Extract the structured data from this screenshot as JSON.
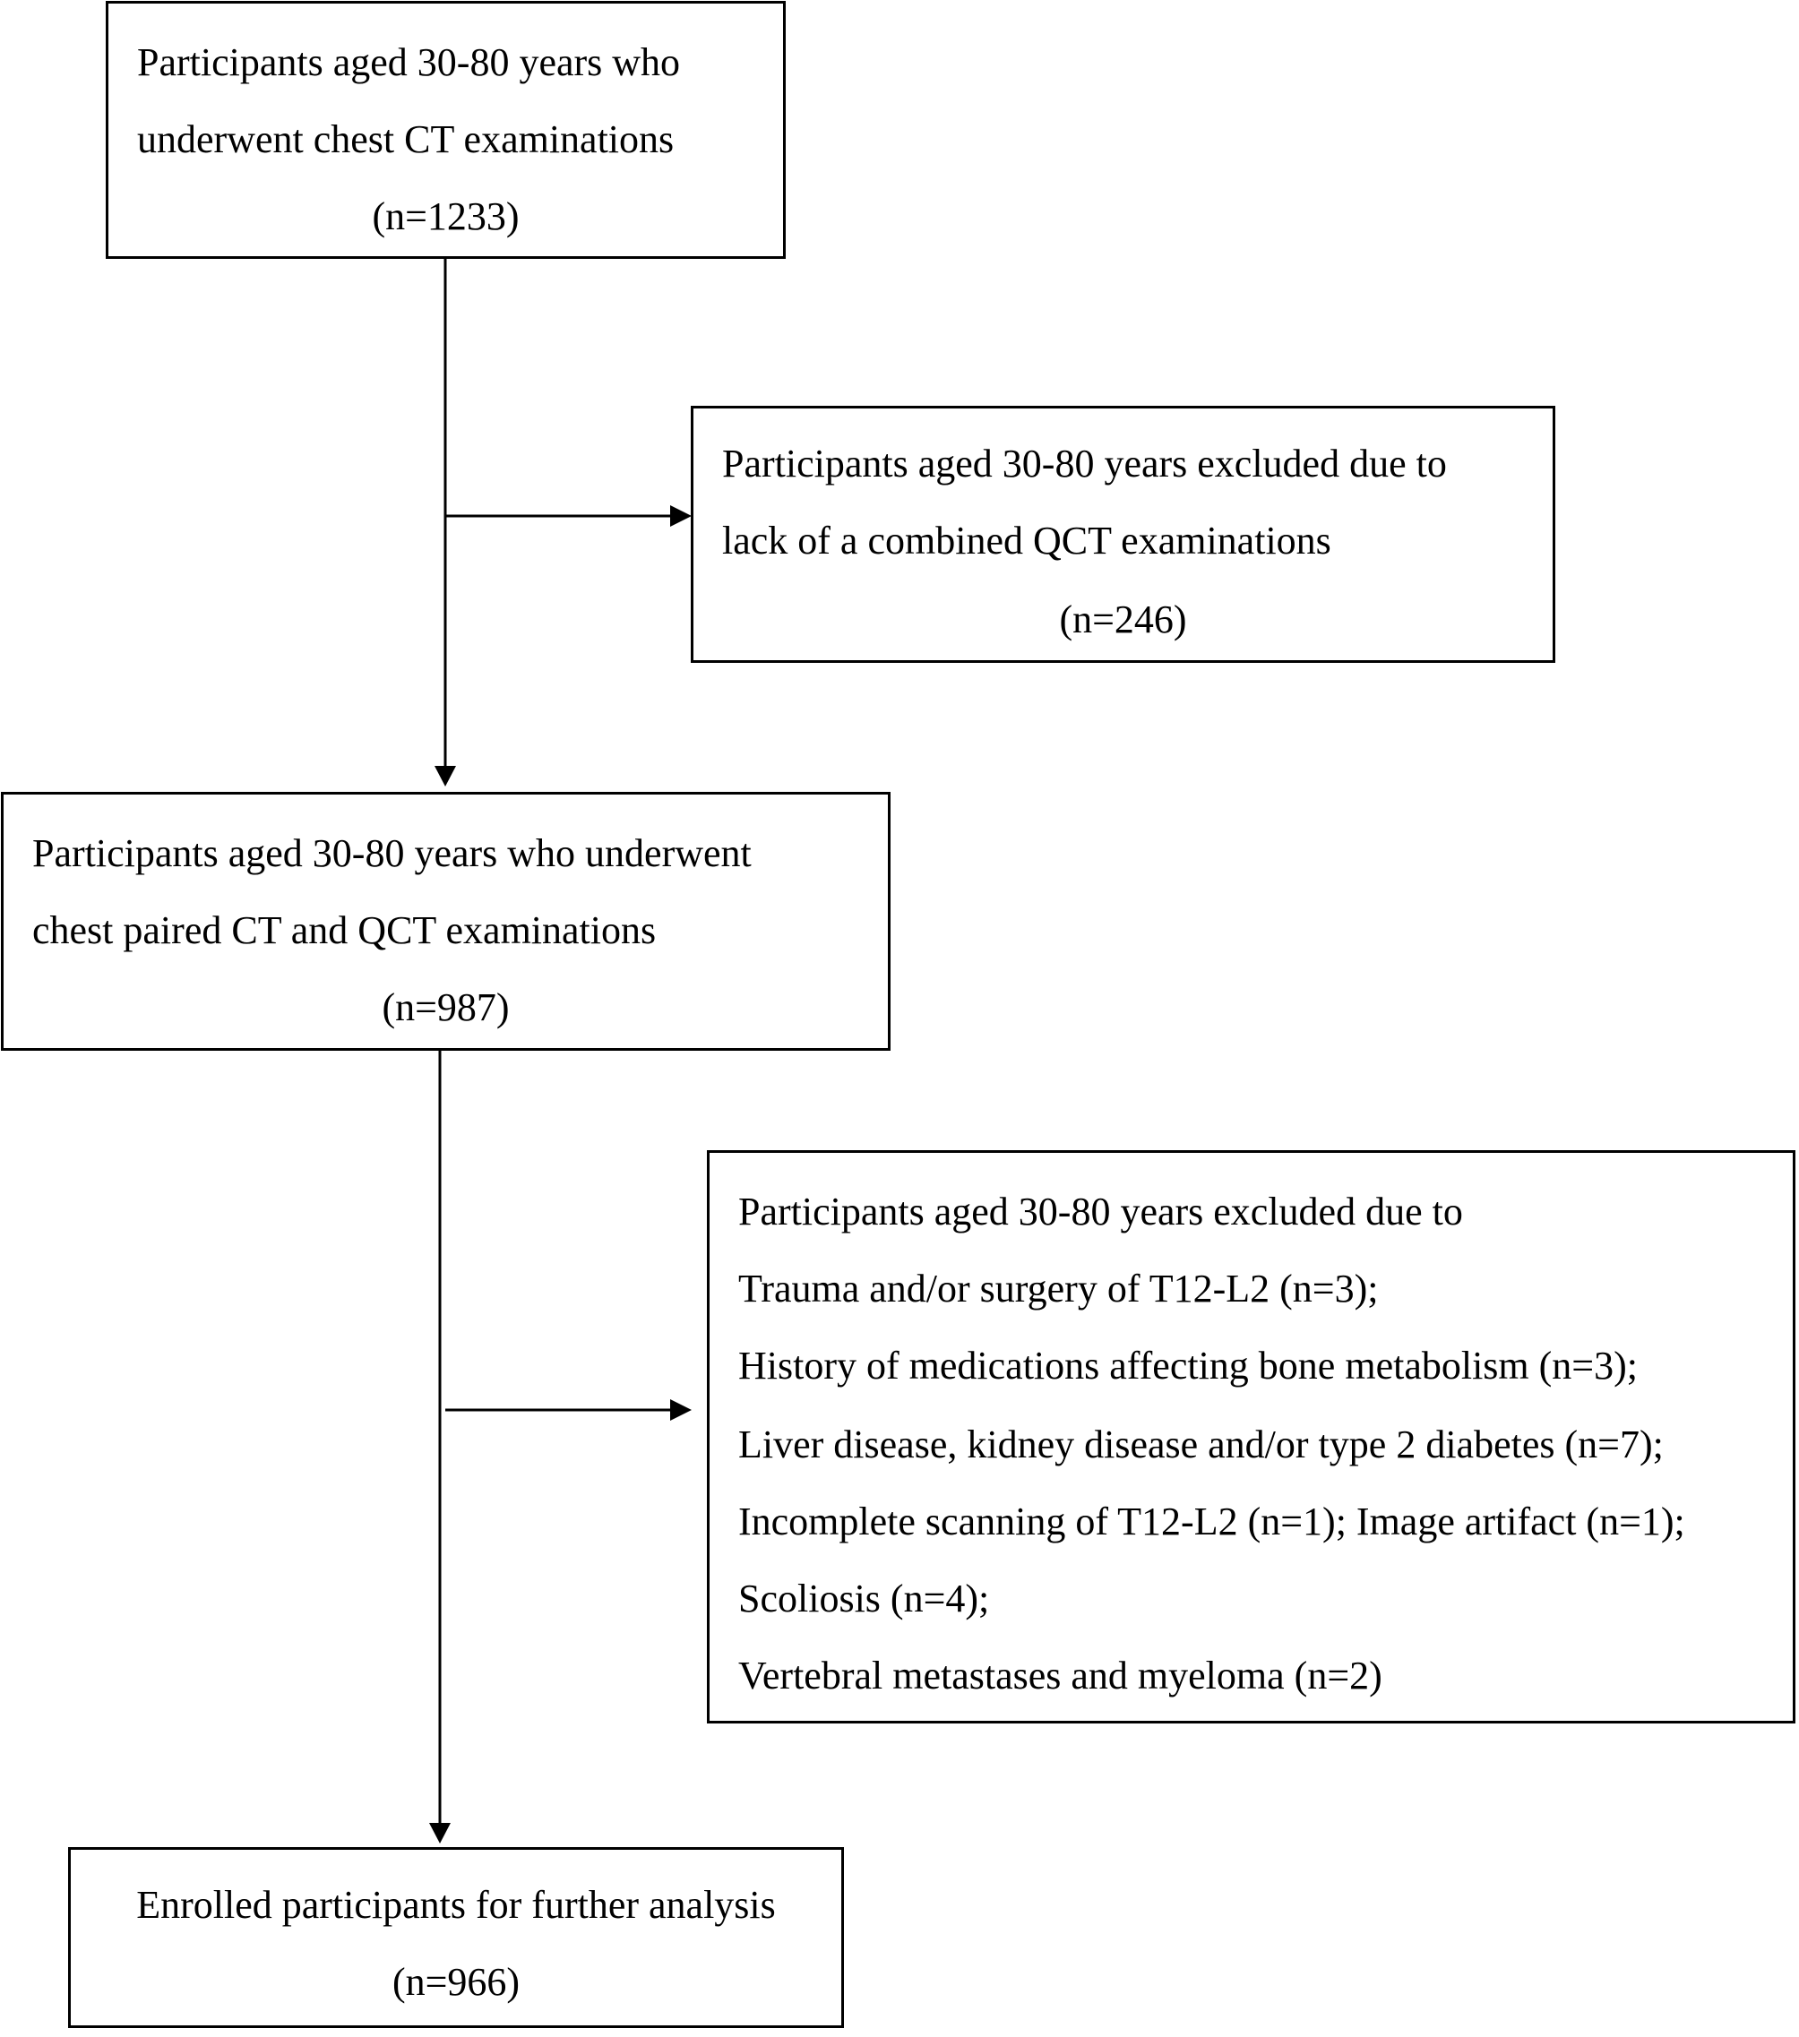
{
  "boxes": {
    "initial": {
      "lines": [
        "Participants  aged 30-80 years who",
        "underwent chest CT examinations"
      ],
      "count": "(n=1233)"
    },
    "excluded_qct": {
      "lines": [
        "Participants  aged 30-80 years excluded due to",
        "lack of a combined QCT examinations"
      ],
      "count": "(n=246)"
    },
    "paired": {
      "lines": [
        "Participants  aged 30-80  years  who  underwent",
        "chest paired CT and QCT examinations"
      ],
      "count": "(n=987)"
    },
    "excluded_other": {
      "lines": [
        "Participants  aged 30-80 years excluded due to",
        "Trauma and/or surgery of T12-L2  (n=3);",
        "History  of medications affecting bone metabolism (n=3);",
        "Liver disease, kidney disease and/or type 2 diabetes (n=7);",
        "Incomplete scanning of T12-L2 (n=1); Image artifact (n=1);",
        "Scoliosis (n=4);",
        "Vertebral metastases  and myeloma (n=2)"
      ]
    },
    "enrolled": {
      "lines": [
        "Enrolled participants  for further analysis"
      ],
      "count": "(n=966)"
    }
  },
  "colors": {
    "line": "#000000",
    "background": "#ffffff"
  }
}
